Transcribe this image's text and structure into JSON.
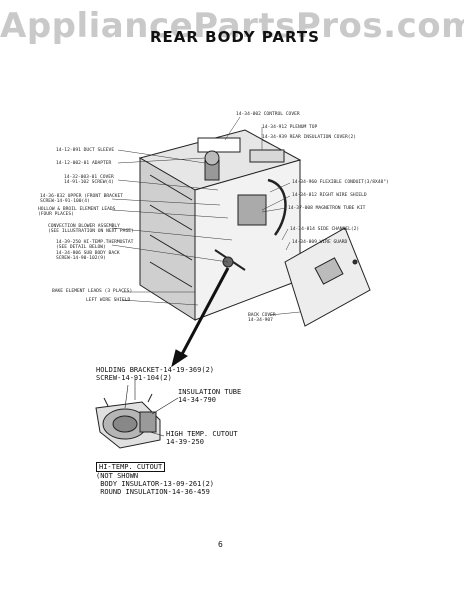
{
  "watermark": "AppliancePartsPros.com",
  "title": "REAR BODY PARTS",
  "page_number": "6",
  "labels": {
    "control_cover": "14-34-002 CONTROL COVER",
    "plenum_top": "14-34-912 PLENUM TOP",
    "rear_insulation_cover": "14-34-939 REAR INSULATION COVER(2)",
    "duct_sleeve": "14-12-891 DUCT SLEEVE",
    "adapter": "14-12-002-01 ADAPTER",
    "cover_screw": "14-32-003-01 COVER\n14-91-102 SCREW(4)",
    "flexible_conduit": "14-34-960 FLEXIBLE CONDUIT(3/8X48\")",
    "upper_front_bracket": "14-36-832 UPPER (FRONT BRACKET\nSCREW-14-91-100(4)",
    "broil_element_leads": "HOLLOW & BROIL ELEMENT LEADS\n(FOUR PLACES)",
    "right_wire_shield": "14-34-812 RIGHT WIRE SHIELD",
    "magnetron_tube_kit": "14-37-008 MAGNETRON TUBE KIT",
    "convection_blower": "CONVECTION BLOWER ASSEMBLY\n(SEE ILLUSTRATION ON NEXT PAGE)",
    "hi_temp_thermostat": "14-39-250 HI-TEMP.THERMOSTAT\n(SEE DETAIL BELOW)\n14-34-806 SUB BODY BACK\nSCREW-14-90-102(9)",
    "side_channel": "14-34-814 SIDE CHANNEL(2)",
    "wire_guard": "14-34-809 WIRE GUARD",
    "bake_element_leads": "BAKE ELEMENT LEADS (3 PLACES)",
    "left_wire_shield": "LEFT WIRE SHIELD",
    "back_cover": "BACK COVER\n14-34-907"
  },
  "detail": {
    "holding_bracket": "HOLDING BRACKET-14-19-369(2)",
    "screw": "SCREW-14-91-104(2)",
    "insulation_tube": "INSULATION TUBE\n14-34-790",
    "high_temp_cutout": "HIGH TEMP. CUTOUT\n14-39-250",
    "boxed_label": "HI-TEMP. CUTOUT",
    "not_shown": "(NOT SHOWN\n BODY INSULATOR-13-09-261(2)\n ROUND INSULATION-14-36-459"
  }
}
